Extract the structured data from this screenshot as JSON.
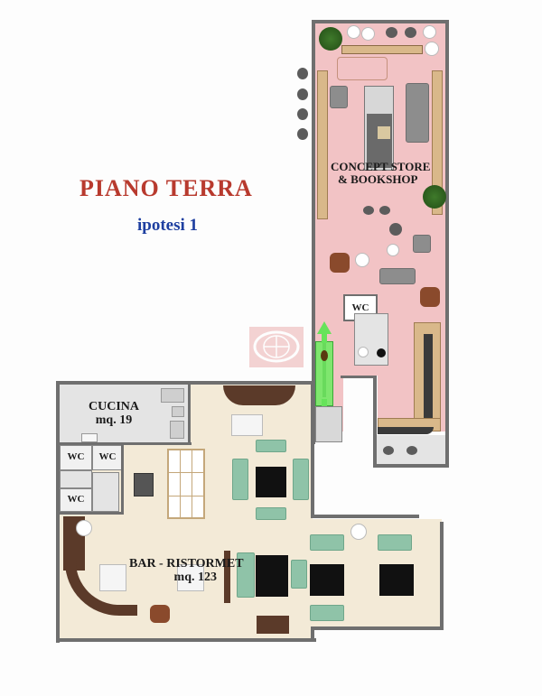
{
  "title": "PIANO  TERRA",
  "subtitle": "ipotesi 1",
  "rooms": {
    "concept_store": {
      "label_line1": "CONCEPT STORE",
      "label_line2": "& BOOKSHOP"
    },
    "cucina": {
      "label_line1": "CUCINA",
      "label_line2": "mq. 19"
    },
    "bar": {
      "label_line1": "BAR - RISTORMET",
      "label_line2": "mq. 123"
    },
    "wc_store": "WC",
    "wc_1": "WC",
    "wc_2": "WC",
    "wc_3": "WC"
  },
  "colors": {
    "title": "#b83a2e",
    "subtitle": "#1e3fa0",
    "store_floor": "#f2c3c5",
    "bar_floor": "#f3ead7",
    "kitchen_floor": "#e4e4e4",
    "lift_arrow": "#66e35a"
  },
  "icons": [
    "plant-icon",
    "stool-icon",
    "sofa-icon",
    "table-icon",
    "arrow-up-down-icon",
    "globe-watermark-icon"
  ]
}
